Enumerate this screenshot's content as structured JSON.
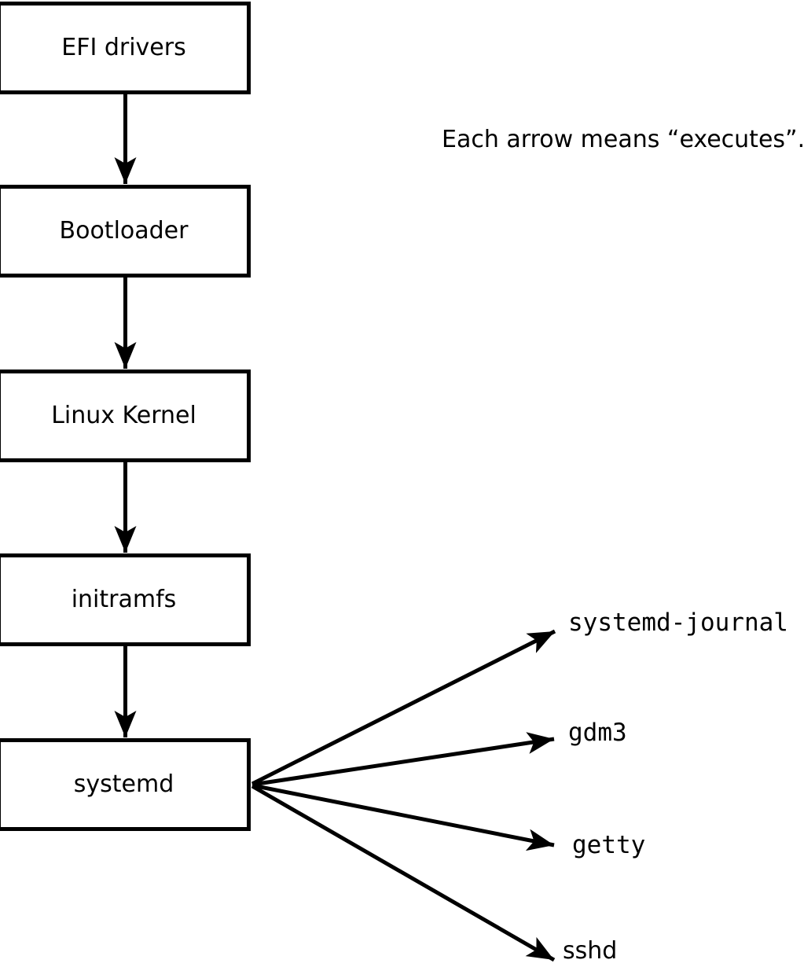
{
  "annotation": "Each arrow means “executes”.",
  "boot_chain": [
    {
      "label": "EFI drivers"
    },
    {
      "label": "Bootloader"
    },
    {
      "label": "Linux Kernel"
    },
    {
      "label": "initramfs"
    },
    {
      "label": "systemd"
    }
  ],
  "systemd_children": [
    {
      "label": "systemd-journal"
    },
    {
      "label": "gdm3"
    },
    {
      "label": "getty"
    },
    {
      "label": "sshd"
    }
  ],
  "colors": {
    "background": "#ffffff",
    "stroke": "#000000"
  }
}
